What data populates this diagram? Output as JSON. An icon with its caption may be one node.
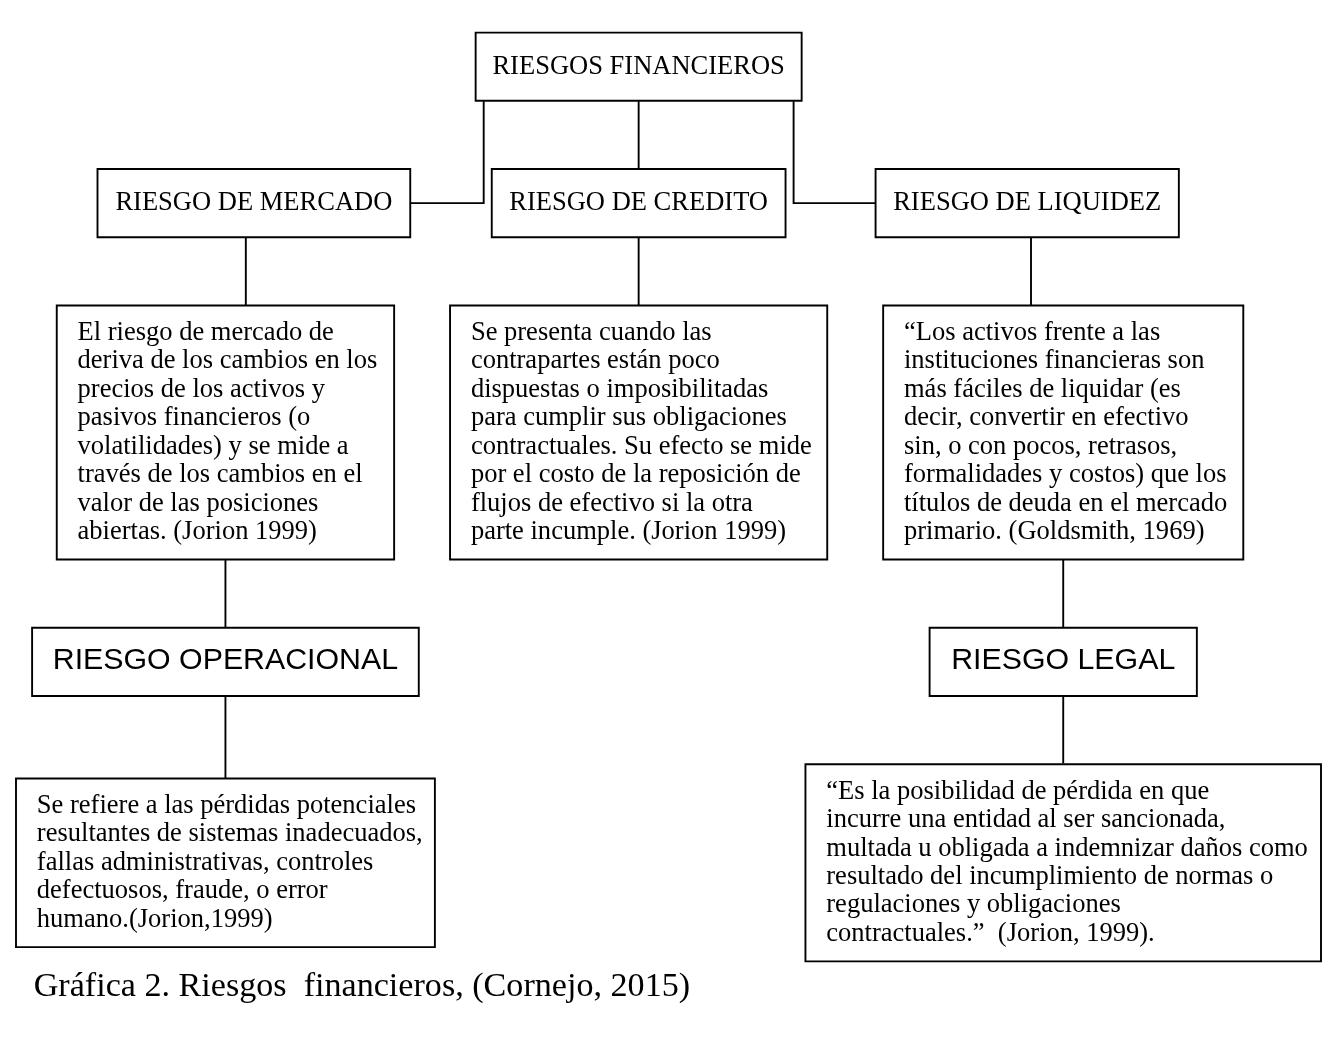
{
  "diagram": {
    "caption": "Gráfica 2. Riesgos  financieros, (Cornejo, 2015)",
    "nodes": [
      {
        "text": [
          "RIESGOS FINANCIEROS"
        ]
      },
      {
        "text": [
          "RIESGO DE MERCADO"
        ]
      },
      {
        "text": [
          "RIESGO DE CREDITO"
        ]
      },
      {
        "text": [
          "RIESGO DE LIQUIDEZ"
        ]
      },
      {
        "text": [
          "El riesgo de mercado de deriva de los cambios en los precios de los activos y pasivos financieros (o volatilidades) y se mide a través de los cambios en el valor de las posiciones abiertas. (Jorion 1999)"
        ]
      },
      {
        "text": [
          "Se presenta cuando las contrapartes están poco dispuestas o imposibilitadas para cumplir sus obligaciones contractuales. Su efecto se mide por el costo de la reposición de flujos de efectivo si la otra parte incumple. (Jorion 1999)"
        ]
      },
      {
        "text": [
          "“Los activos frente a las instituciones financieras son más fáciles de liquidar (es decir, convertir en efectivo sin, o con pocos, retrasos, formalidades y costos) que los títulos de deuda en el mercado primario. (Goldsmith, 1969)"
        ]
      },
      {
        "text": [
          "RIESGO OPERACIONAL"
        ]
      },
      {
        "text": [
          "Se refiere a las pérdidas potenciales resultantes de sistemas inadecuados, fallas administrativas, controles defectuosos, fraude, o error humano.(Jorion,1999)"
        ]
      },
      {
        "text": [
          "RIESGO LEGAL"
        ]
      },
      {
        "text": [
          "“Es la posibilidad de pérdida en que incurre una entidad al ser sancionada, multada u obligada a indemnizar daños como resultado del incumplimiento de normas o regulaciones y obligaciones contractuales.”  (Jorion, 1999)."
        ]
      }
    ],
    "edges": [
      {
        "from": 0,
        "to": 1,
        "arrow": "none"
      },
      {
        "from": 0,
        "to": 2,
        "arrow": "none"
      },
      {
        "from": 0,
        "to": 3,
        "arrow": "none"
      },
      {
        "from": 1,
        "to": 4,
        "arrow": "none"
      },
      {
        "from": 2,
        "to": 5,
        "arrow": "none"
      },
      {
        "from": 3,
        "to": 6,
        "arrow": "none"
      },
      {
        "from": 4,
        "to": 7,
        "arrow": "none"
      },
      {
        "from": 7,
        "to": 8,
        "arrow": "none"
      },
      {
        "from": 6,
        "to": 9,
        "arrow": "none"
      },
      {
        "from": 9,
        "to": 10,
        "arrow": "none"
      }
    ]
  }
}
